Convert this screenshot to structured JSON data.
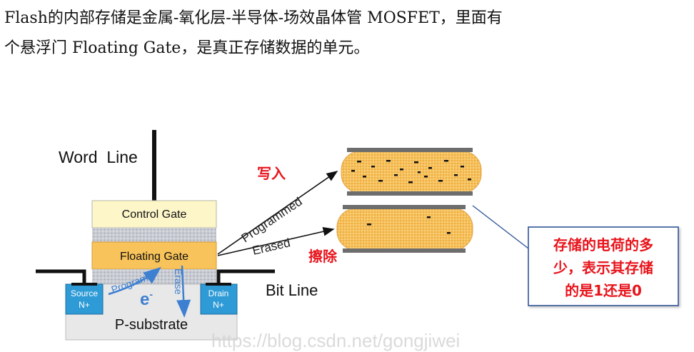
{
  "intro": {
    "line1": "Flash的内部存储是金属-氧化层-半导体-场效晶体管 MOSFET，里面有",
    "line2": "个悬浮门 Floating Gate，是真正存储数据的单元。"
  },
  "diagram": {
    "word_line": "Word  Line",
    "control_gate": "Control Gate",
    "floating_gate": "Floating Gate",
    "source": "Source",
    "source_type": "N+",
    "drain": "Drain",
    "drain_type": "N+",
    "substrate": "P-substrate",
    "bit_line": "Bit Line",
    "electron": "e",
    "electron_sup": "-",
    "program": "Program",
    "erase": "Erase",
    "programmed": "Programmed",
    "erased": "Erased",
    "write_label": "写入",
    "erase_label": "擦除",
    "callout_line1": "存储的电荷的多",
    "callout_line2": "少，表示其存储",
    "callout_line3": "的是1还是0",
    "watermark": "https://blog.csdn.net/gongjiwei"
  },
  "colors": {
    "control_gate": "#fdf6c9",
    "floating_gate": "#f8c35a",
    "source_drain": "#2e9bd6",
    "substrate": "#e8e8e8",
    "red_label": "#e8141c",
    "callout_border": "#2f5597"
  }
}
